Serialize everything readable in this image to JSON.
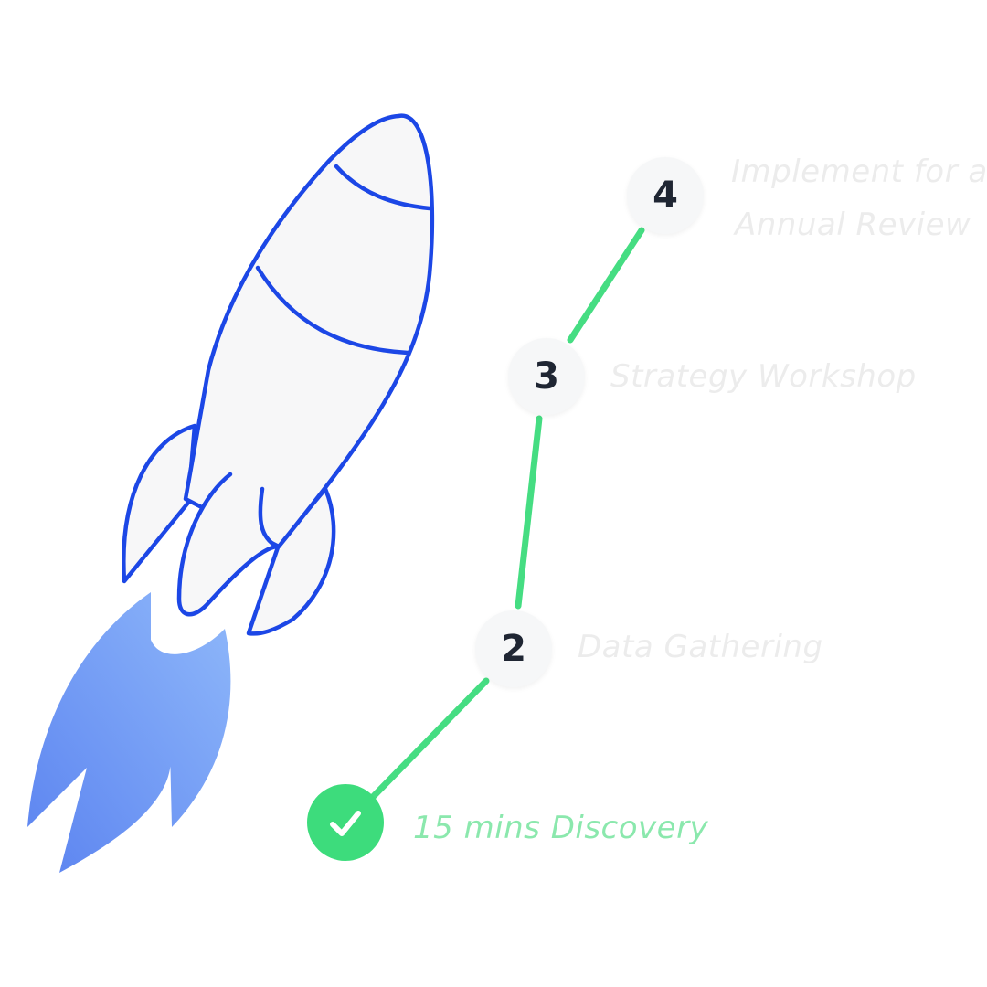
{
  "colors": {
    "rocket_outline": "#1c47e6",
    "rocket_fill": "#f7f7f8",
    "flame_start": "#5b83f0",
    "flame_end": "#8fb8fa",
    "path_line": "#45dd82",
    "done_circle": "#3ddc7c",
    "done_label": "#8be8ad",
    "pending_label": "#ececec",
    "node_bg": "#f6f7f8",
    "node_text": "#1f2633"
  },
  "steps": [
    {
      "number": "",
      "status": "done",
      "icon": "checkmark-icon",
      "label": "15 mins Discovery"
    },
    {
      "number": "2",
      "status": "pending",
      "label": "Data Gathering"
    },
    {
      "number": "3",
      "status": "pending",
      "label": "Strategy Workshop"
    },
    {
      "number": "4",
      "status": "pending",
      "label_line1": "Implement for an *",
      "label_line2": "Annual Review"
    }
  ],
  "illustration": {
    "icon": "rocket-icon",
    "flame_icon": "flame-icon"
  }
}
